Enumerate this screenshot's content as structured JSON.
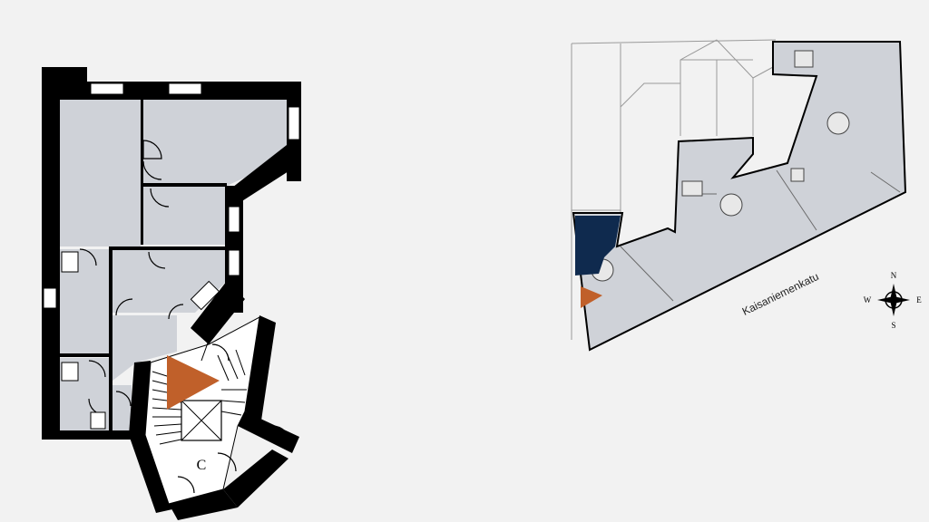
{
  "detail_plan": {
    "stair_label": "C",
    "marker_color": "#c0602a",
    "room_fill": "#cfd2d8",
    "wall_color": "#000000"
  },
  "site_plan": {
    "street_name": "Kaisaniemenkatu",
    "highlight_color": "#0f2a4e",
    "marker_color": "#c0602a",
    "building_fill": "#cfd2d8"
  },
  "compass": {
    "north": "N",
    "south": "S",
    "east": "E",
    "west": "W"
  }
}
